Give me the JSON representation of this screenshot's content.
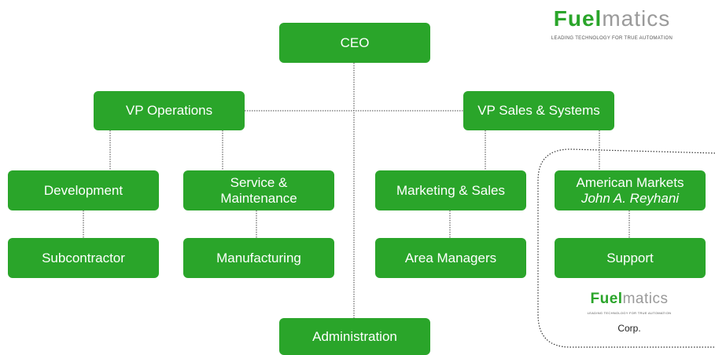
{
  "brand": {
    "logo_part1": "Fuel",
    "logo_part2": "matics",
    "tagline": "LEADING TECHNOLOGY FOR TRUE AUTOMATION",
    "corp_label": "Corp.",
    "green": "#2aa52a"
  },
  "nodes": {
    "ceo": "CEO",
    "vp_operations": "VP Operations",
    "vp_sales_systems": "VP Sales & Systems",
    "development": "Development",
    "service_line1": "Service &",
    "service_line2": "Maintenance",
    "marketing_sales": "Marketing & Sales",
    "american_markets": "American Markets",
    "american_markets_person": "John A. Reyhani",
    "subcontractor": "Subcontractor",
    "manufacturing": "Manufacturing",
    "area_managers": "Area Managers",
    "support": "Support",
    "administration": "Administration"
  }
}
